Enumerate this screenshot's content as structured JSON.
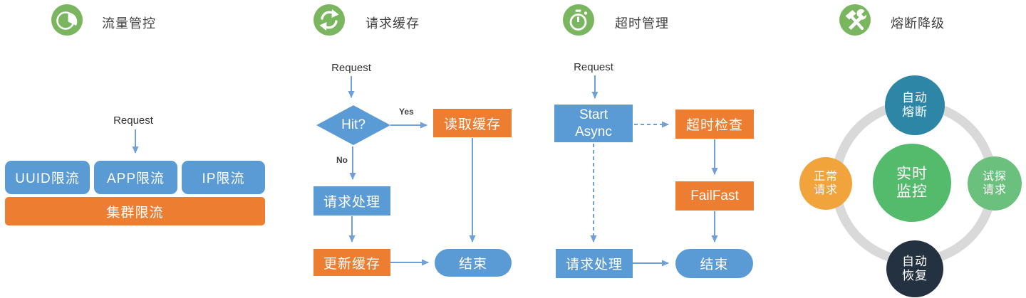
{
  "colors": {
    "node_blue": "#5B9BD5",
    "node_orange": "#ED7D31",
    "icon_green": "#7AB55F",
    "arrow_blue": "#6FA0D8",
    "title_text": "#3F3F3F",
    "ring_gray": "#D9D9D9",
    "circle_teal": "#2E86A6",
    "circle_orange": "#F1A33C",
    "circle_green_center": "#55BB6C",
    "circle_green_right": "#6CC07E",
    "circle_dark": "#233140"
  },
  "panels": {
    "traffic": {
      "title": "流量管控",
      "request_label": "Request",
      "boxes": {
        "uuid": "UUID限流",
        "app": "APP限流",
        "ip": "IP限流",
        "cluster": "集群限流"
      }
    },
    "cache": {
      "title": "请求缓存",
      "request_label": "Request",
      "hit": "Hit?",
      "yes": "Yes",
      "no": "No",
      "read_cache": "读取缓存",
      "process": "请求处理",
      "update_cache": "更新缓存",
      "end": "结束"
    },
    "timeout": {
      "title": "超时管理",
      "request_label": "Request",
      "start_async_line1": "Start",
      "start_async_line2": "Async",
      "timeout_check": "超时检查",
      "failfast": "FailFast",
      "process": "请求处理",
      "end": "结束"
    },
    "circuit": {
      "title": "熔断降级",
      "top_circle_line1": "自动",
      "top_circle_line2": "熔断",
      "left_circle_line1": "正常",
      "left_circle_line2": "请求",
      "center_circle_line1": "实时",
      "center_circle_line2": "监控",
      "right_circle_line1": "试探",
      "right_circle_line2": "请求",
      "bottom_circle_line1": "自动",
      "bottom_circle_line2": "恢复"
    }
  }
}
